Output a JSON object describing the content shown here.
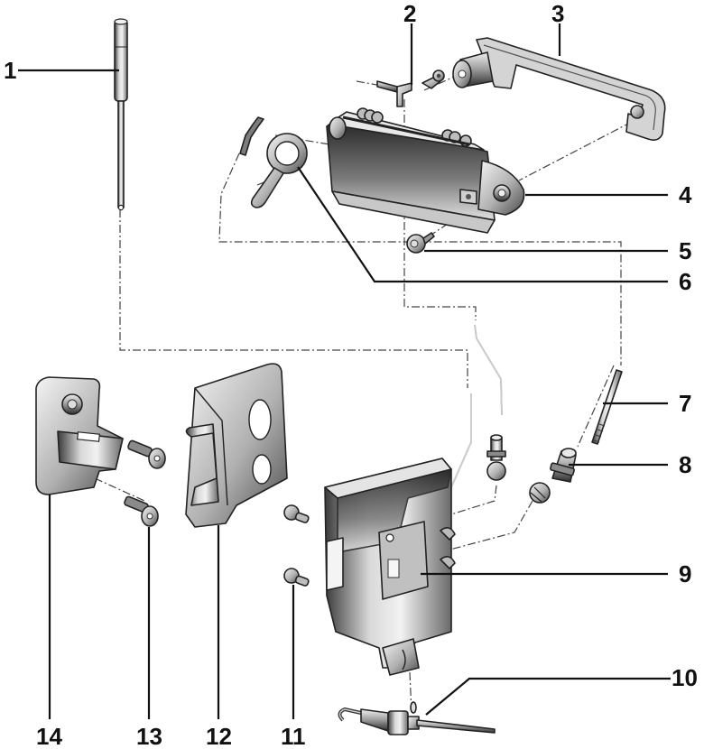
{
  "diagram": {
    "type": "exploded-parts-view",
    "subject": "door handle and lock assembly",
    "callouts": [
      {
        "id": 1,
        "label": "1"
      },
      {
        "id": 2,
        "label": "2"
      },
      {
        "id": 3,
        "label": "3"
      },
      {
        "id": 4,
        "label": "4"
      },
      {
        "id": 5,
        "label": "5"
      },
      {
        "id": 6,
        "label": "6"
      },
      {
        "id": 7,
        "label": "7"
      },
      {
        "id": 8,
        "label": "8"
      },
      {
        "id": 9,
        "label": "9"
      },
      {
        "id": 10,
        "label": "10"
      },
      {
        "id": 11,
        "label": "11"
      },
      {
        "id": 12,
        "label": "12"
      },
      {
        "id": 13,
        "label": "13"
      },
      {
        "id": 14,
        "label": "14"
      }
    ],
    "colors": {
      "background": "#ffffff",
      "outline": "#222222",
      "metal_light": "#e6e6e6",
      "metal_mid": "#a8a8a8",
      "metal_dark": "#3a3a3a"
    }
  }
}
